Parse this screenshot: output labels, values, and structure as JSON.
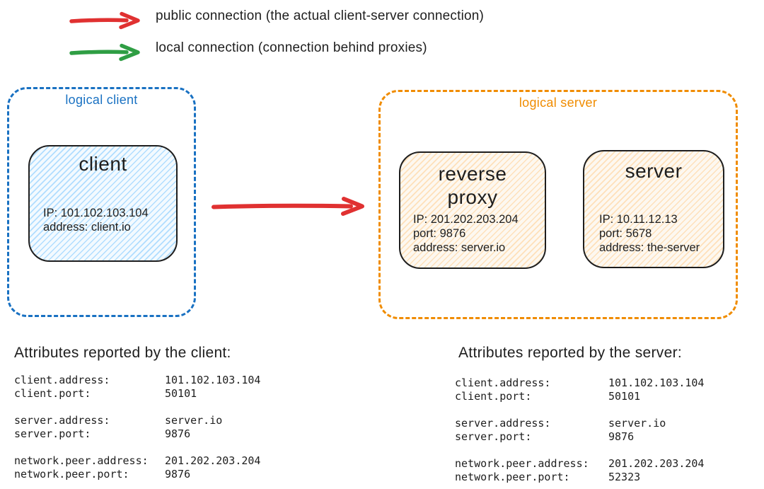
{
  "palette": {
    "public_arrow_red": "#e03131",
    "local_arrow_green": "#2f9e44",
    "logical_client_blue": "#1971c2",
    "logical_server_orange": "#f08c00",
    "ink": "#1e1e1e",
    "client_fill_blue": "#a5d8ff",
    "server_fill_cream": "#ffd8a8"
  },
  "legend": {
    "public": {
      "label": "public connection (the actual client-server connection)"
    },
    "local": {
      "label": "local connection (connection behind proxies)"
    }
  },
  "logical_client": {
    "label": "logical client",
    "client_box": {
      "title": "client",
      "lines": [
        "IP: 101.102.103.104",
        "address: client.io"
      ]
    }
  },
  "logical_server": {
    "label": "logical server",
    "reverse_proxy_box": {
      "title_line1": "reverse",
      "title_line2": "proxy",
      "lines": [
        "IP: 201.202.203.204",
        "port: 9876",
        "address: server.io"
      ]
    },
    "server_box": {
      "title": "server",
      "lines": [
        "IP: 10.11.12.13",
        "port: 5678",
        "address: the-server"
      ]
    }
  },
  "client_report": {
    "heading": "Attributes reported by the client:",
    "groups": [
      [
        {
          "label": "client.address:",
          "value": "101.102.103.104"
        },
        {
          "label": "client.port:",
          "value": "50101"
        }
      ],
      [
        {
          "label": "server.address:",
          "value": "server.io"
        },
        {
          "label": "server.port:",
          "value": "9876"
        }
      ],
      [
        {
          "label": "network.peer.address:",
          "value": "201.202.203.204"
        },
        {
          "label": "network.peer.port:",
          "value": "9876"
        }
      ]
    ]
  },
  "server_report": {
    "heading": "Attributes reported by the server:",
    "groups": [
      [
        {
          "label": "client.address:",
          "value": "101.102.103.104"
        },
        {
          "label": "client.port:",
          "value": "50101"
        }
      ],
      [
        {
          "label": "server.address:",
          "value": "server.io"
        },
        {
          "label": "server.port:",
          "value": "9876"
        }
      ],
      [
        {
          "label": "network.peer.address:",
          "value": "201.202.203.204"
        },
        {
          "label": "network.peer.port:",
          "value": "52323"
        }
      ]
    ]
  }
}
